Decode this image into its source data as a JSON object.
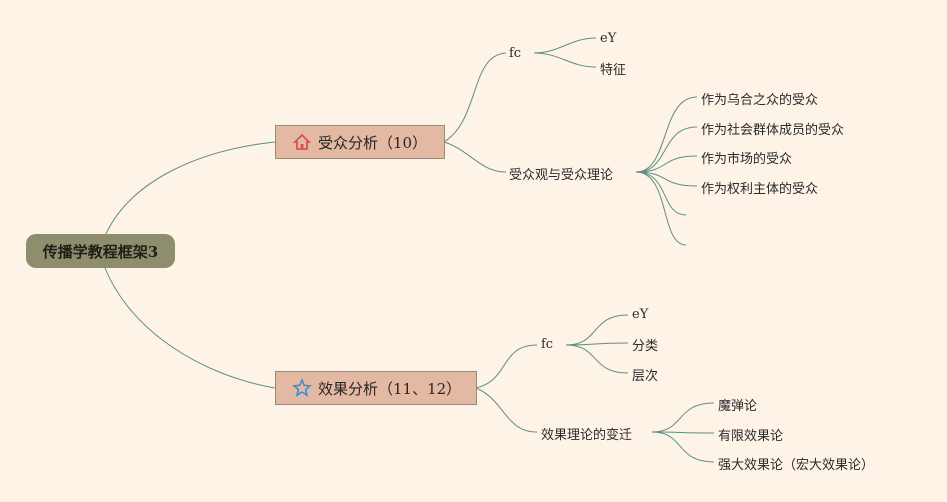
{
  "root": {
    "label": "传播学教程框架3"
  },
  "topics": [
    {
      "label": "受众分析（10）",
      "icon": "home-icon",
      "icon_color": "#d9534f",
      "children": [
        {
          "label": "fc",
          "children": [
            "eY",
            "特征"
          ]
        },
        {
          "label": "受众观与受众理论",
          "children": [
            "作为乌合之众的受众",
            "作为社会群体成员的受众",
            "作为市场的受众",
            "作为权利主体的受众",
            "",
            ""
          ]
        }
      ]
    },
    {
      "label": "效果分析（11、12）",
      "icon": "star-icon",
      "icon_color": "#3a8fd1",
      "children": [
        {
          "label": "fc",
          "children": [
            "eY",
            "分类",
            "层次"
          ]
        },
        {
          "label": "效果理论的变迁",
          "children": [
            "魔弹论",
            "有限效果论",
            "强大效果论（宏大效果论）"
          ]
        }
      ]
    }
  ],
  "colors": {
    "line": "#5e8f7f",
    "background": "#fdf3e7",
    "topic_fill": "#e3b9a3",
    "root_fill": "#8e8e6f"
  }
}
